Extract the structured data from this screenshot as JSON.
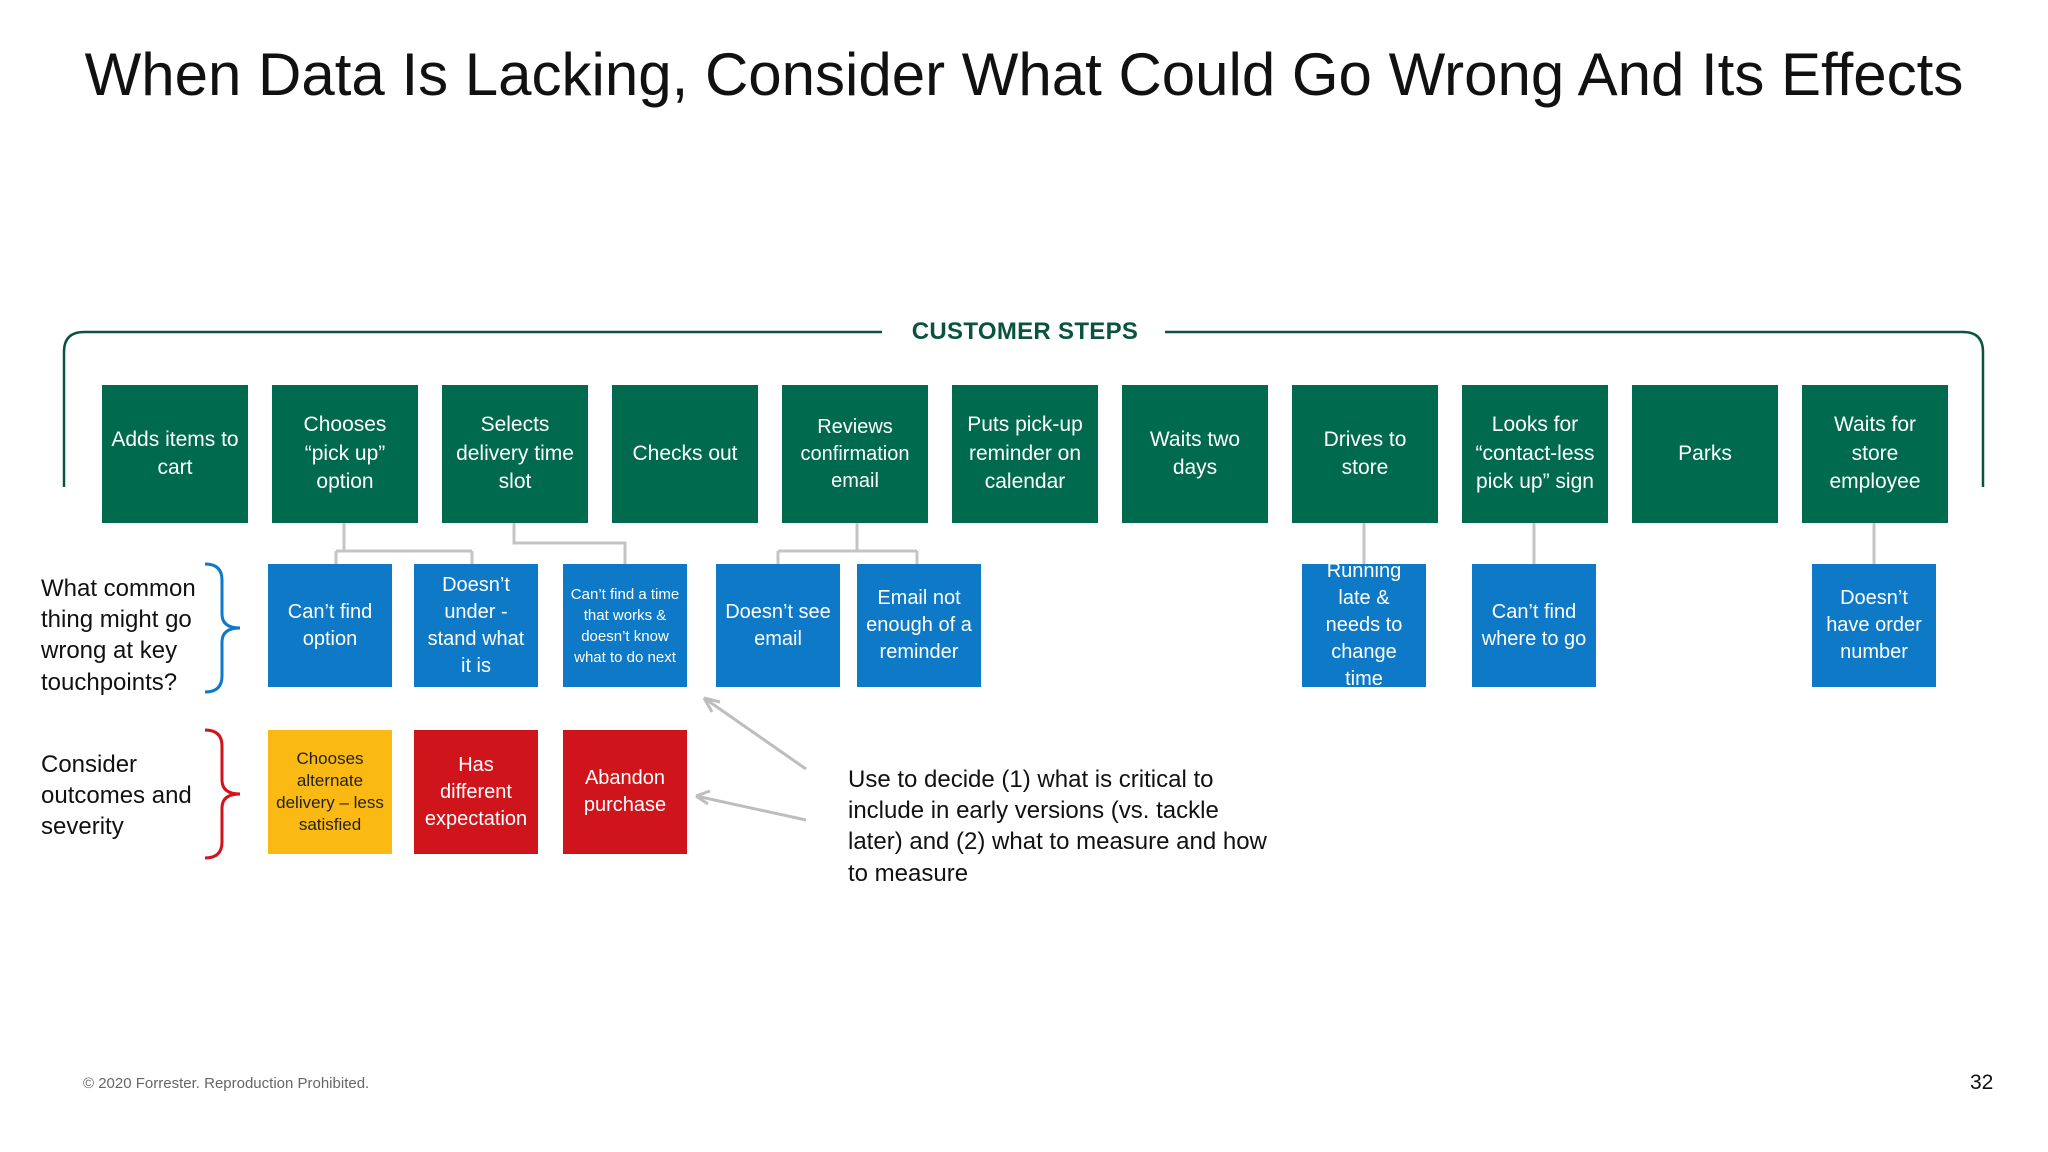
{
  "title": "When Data Is Lacking, Consider What Could Go Wrong And Its Effects",
  "header_label": "CUSTOMER STEPS",
  "steps": [
    "Adds items to cart",
    "Chooses “pick up” option",
    "Selects delivery time slot",
    "Checks out",
    "Reviews confirmation email",
    "Puts pick-up reminder on calendar",
    "Waits two days",
    "Drives to store",
    "Looks for “contact-less pick up” sign",
    "Parks",
    "Waits for store employee"
  ],
  "issues": [
    "Can’t find option",
    "Doesn’t under - stand what it is",
    "Can’t find a time that works & doesn’t know what to do next",
    "Doesn’t see email",
    "Email not enough of a reminder",
    "Running late & needs to change time",
    "Can’t find where to go",
    "Doesn’t have order number"
  ],
  "outcomes": [
    "Chooses alternate delivery – less satisfied",
    "Has different expectation",
    "Abandon purchase"
  ],
  "side_labels": {
    "issues": "What common thing might go wrong at key touchpoints?",
    "outcomes": "Consider outcomes and severity"
  },
  "note": "Use to decide (1) what is critical to include in early versions (vs. tackle later) and (2) what to measure and how to measure",
  "footer": "© 2020 Forrester. Reproduction Prohibited.",
  "page_number": "32",
  "colors": {
    "step_green": "#006a4e",
    "issue_blue": "#0d79c7",
    "outcome_yellow": "#fbb913",
    "outcome_red": "#d0141b",
    "bracket_blue": "#0d79c7",
    "bracket_red": "#d0141b"
  }
}
